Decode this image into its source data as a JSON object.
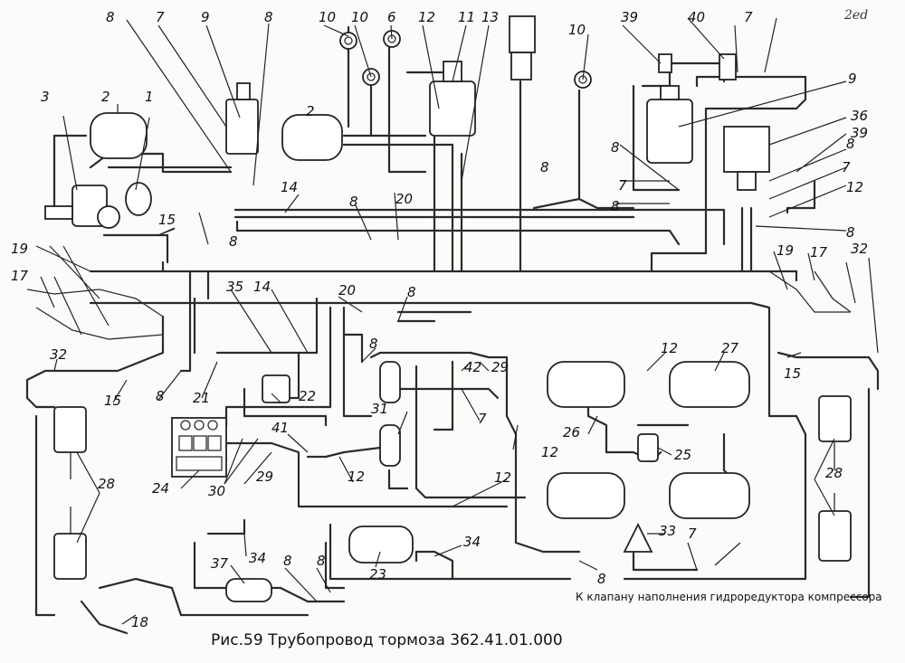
{
  "caption": "Рис.59 Трубопровод тормоза 362.41.01.000",
  "note": "К клапану наполнения гидроредуктора компрессора",
  "sheet_mark": "2ed",
  "callouts": [
    "1",
    "2",
    "2",
    "3",
    "6",
    "7",
    "7",
    "7",
    "7",
    "7",
    "7",
    "8",
    "8",
    "8",
    "8",
    "8",
    "8",
    "8",
    "8",
    "8",
    "8",
    "8",
    "8",
    "8",
    "8",
    "8",
    "9",
    "9",
    "10",
    "10",
    "10",
    "11",
    "12",
    "12",
    "12",
    "12",
    "12",
    "12",
    "13",
    "14",
    "14",
    "15",
    "15",
    "15",
    "17",
    "17",
    "18",
    "19",
    "19",
    "20",
    "20",
    "21",
    "22",
    "23",
    "24",
    "25",
    "26",
    "27",
    "28",
    "28",
    "29",
    "29",
    "30",
    "31",
    "32",
    "32",
    "33",
    "34",
    "34",
    "35",
    "36",
    "37",
    "39",
    "39",
    "40",
    "41",
    "42"
  ]
}
